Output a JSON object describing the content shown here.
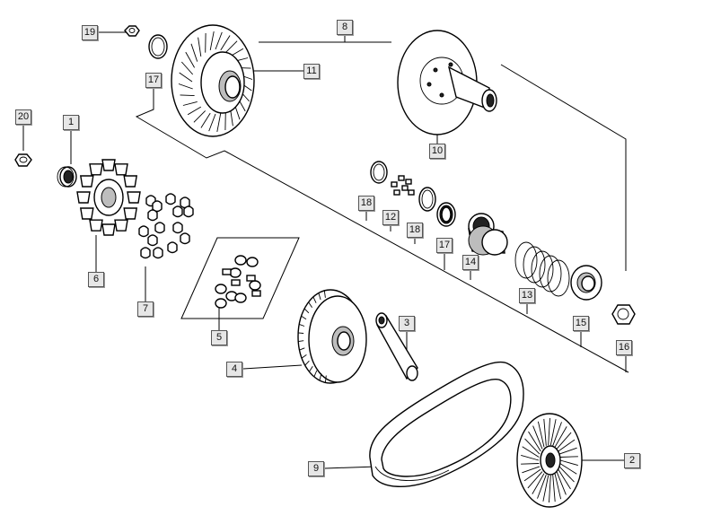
{
  "callouts": {
    "c1": "1",
    "c2": "2",
    "c3": "3",
    "c4": "4",
    "c5": "5",
    "c6": "6",
    "c7": "7",
    "c8": "8",
    "c9": "9",
    "c10": "10",
    "c11": "11",
    "c12": "12",
    "c13": "13",
    "c14": "14",
    "c15": "15",
    "c16": "16",
    "c17a": "17",
    "c17b": "17",
    "c18a": "18",
    "c18b": "18",
    "c19": "19",
    "c20": "20"
  },
  "colors": {
    "line": "#000000",
    "label_bg": "#e6e6e6",
    "label_border": "#555555",
    "background": "#ffffff"
  }
}
